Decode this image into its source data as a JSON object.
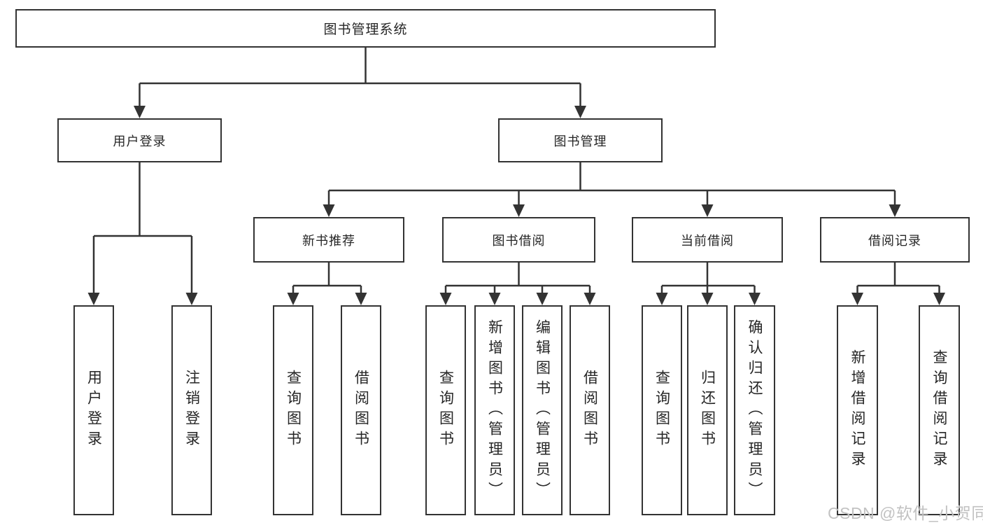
{
  "tree": {
    "label": "图书管理系统",
    "children": [
      {
        "label": "用户登录",
        "children": [
          {
            "label": "用户登录"
          },
          {
            "label": "注销登录"
          }
        ]
      },
      {
        "label": "图书管理",
        "children": [
          {
            "label": "新书推荐",
            "children": [
              {
                "label": "查询图书"
              },
              {
                "label": "借阅图书"
              }
            ]
          },
          {
            "label": "图书借阅",
            "children": [
              {
                "label": "查询图书"
              },
              {
                "label": "新增图书（管理员）"
              },
              {
                "label": "编辑图书（管理员）"
              },
              {
                "label": "借阅图书"
              }
            ]
          },
          {
            "label": "当前借阅",
            "children": [
              {
                "label": "查询图书"
              },
              {
                "label": "归还图书"
              },
              {
                "label": "确认归还（管理员）"
              }
            ]
          },
          {
            "label": "借阅记录",
            "children": [
              {
                "label": "新增借阅记录"
              },
              {
                "label": "查询借阅记录"
              }
            ]
          }
        ]
      }
    ]
  },
  "watermark": {
    "text": "CSDN @软件_小贺同学"
  },
  "colors": {
    "line": "#333333",
    "text": "#262626",
    "box_bg": "#ffffff",
    "watermark": "#c2c2c2",
    "background": "#ffffff"
  }
}
